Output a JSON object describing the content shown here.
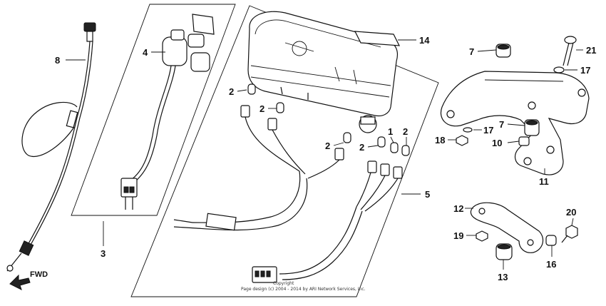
{
  "diagram": {
    "callouts": {
      "c1": "1",
      "c2a": "2",
      "c2b": "2",
      "c2c": "2",
      "c2d": "2",
      "c2e": "2",
      "c3": "3",
      "c4": "4",
      "c5": "5",
      "c7a": "7",
      "c7b": "7",
      "c8": "8",
      "c10": "10",
      "c11": "11",
      "c12": "12",
      "c13": "13",
      "c14": "14",
      "c16": "16",
      "c17a": "17",
      "c17b": "17",
      "c18": "18",
      "c19": "19",
      "c20": "20",
      "c21": "21"
    },
    "fwd_label": "FWD",
    "copyright_line1": "Copyright",
    "copyright_line2": "Page design (c) 2004 - 2014 by ARI Network Services, Inc."
  }
}
